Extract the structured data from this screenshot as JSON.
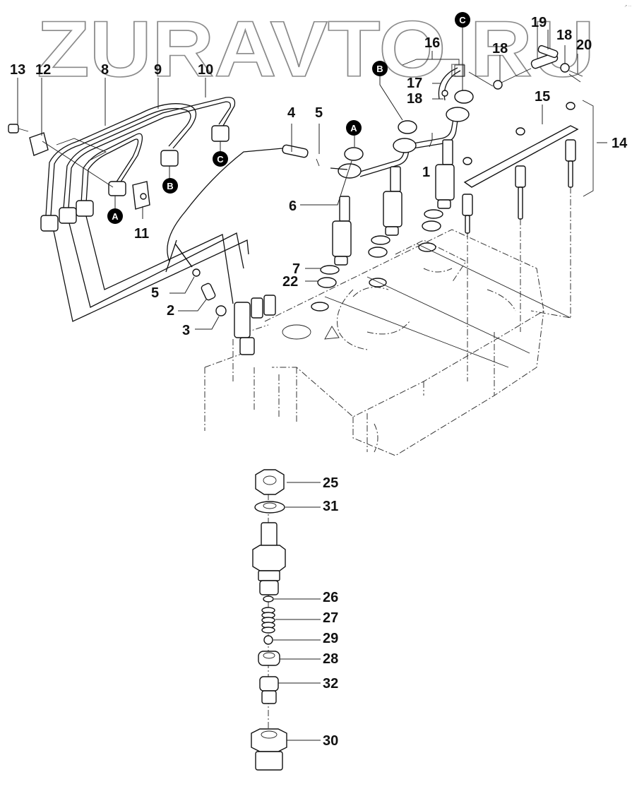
{
  "watermark": "ZURAVTO.RU",
  "corner_mark": "↗ ···",
  "colors": {
    "ink": "#111111",
    "watermark": "#8a8a8a",
    "background": "#ffffff",
    "ref_marker": "#000000"
  },
  "parts_top": [
    {
      "id": "lbl-1",
      "text": "1",
      "part": "injection pipe"
    },
    {
      "id": "lbl-2",
      "text": "2",
      "part": "banjo bolt"
    },
    {
      "id": "lbl-3",
      "text": "3",
      "part": "washer"
    },
    {
      "id": "lbl-4",
      "text": "4",
      "part": "leak-off hose"
    },
    {
      "id": "lbl-5a",
      "text": "5",
      "part": "hose clip"
    },
    {
      "id": "lbl-5b",
      "text": "5",
      "part": "hose clip"
    },
    {
      "id": "lbl-6",
      "text": "6",
      "part": "injector"
    },
    {
      "id": "lbl-7",
      "text": "7",
      "part": "sealing washer"
    },
    {
      "id": "lbl-8",
      "text": "8",
      "part": "injection pipe"
    },
    {
      "id": "lbl-9",
      "text": "9",
      "part": "injection pipe"
    },
    {
      "id": "lbl-10",
      "text": "10",
      "part": "injection pipe"
    },
    {
      "id": "lbl-11",
      "text": "11",
      "part": "pipe clamp"
    },
    {
      "id": "lbl-12",
      "text": "12",
      "part": "clamp"
    },
    {
      "id": "lbl-13",
      "text": "13",
      "part": "screw"
    },
    {
      "id": "lbl-14",
      "text": "14",
      "part": "glow plug set"
    },
    {
      "id": "lbl-15",
      "text": "15",
      "part": "bus bar"
    },
    {
      "id": "lbl-16",
      "text": "16",
      "part": "return line"
    },
    {
      "id": "lbl-17",
      "text": "17",
      "part": "hose"
    },
    {
      "id": "lbl-18a",
      "text": "18",
      "part": "clip"
    },
    {
      "id": "lbl-18b",
      "text": "18",
      "part": "clip"
    },
    {
      "id": "lbl-18c",
      "text": "18",
      "part": "clip"
    },
    {
      "id": "lbl-19",
      "text": "19",
      "part": "tee connector"
    },
    {
      "id": "lbl-20",
      "text": "20",
      "part": "hose"
    },
    {
      "id": "lbl-22",
      "text": "22",
      "part": "seal"
    }
  ],
  "parts_bottom": [
    {
      "id": "lbl-25",
      "text": "25",
      "part": "nut"
    },
    {
      "id": "lbl-31",
      "text": "31",
      "part": "washer"
    },
    {
      "id": "lbl-26",
      "text": "26",
      "part": "shim"
    },
    {
      "id": "lbl-27",
      "text": "27",
      "part": "spring"
    },
    {
      "id": "lbl-29",
      "text": "29",
      "part": "pin"
    },
    {
      "id": "lbl-28",
      "text": "28",
      "part": "spacer"
    },
    {
      "id": "lbl-32",
      "text": "32",
      "part": "nozzle"
    },
    {
      "id": "lbl-30",
      "text": "30",
      "part": "nozzle nut"
    }
  ],
  "ref_markers": [
    {
      "id": "ref-a-left",
      "text": "A"
    },
    {
      "id": "ref-b-left",
      "text": "B"
    },
    {
      "id": "ref-c-left",
      "text": "C"
    },
    {
      "id": "ref-a-right",
      "text": "A"
    },
    {
      "id": "ref-b-right",
      "text": "B"
    },
    {
      "id": "ref-c-right",
      "text": "C"
    }
  ]
}
